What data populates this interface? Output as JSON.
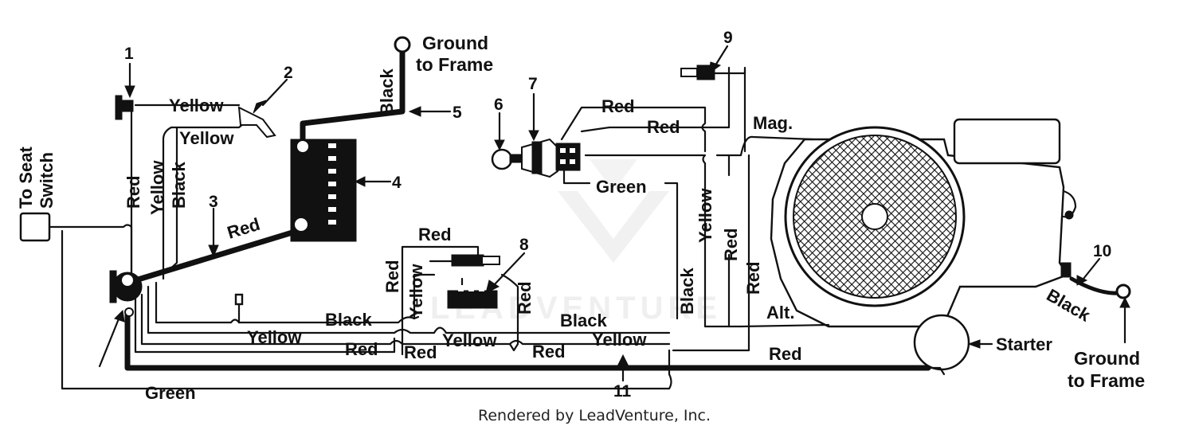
{
  "diagram": {
    "callouts": [
      "1",
      "2",
      "3",
      "4",
      "5",
      "6",
      "7",
      "8",
      "9",
      "10",
      "11"
    ],
    "wire_labels": {
      "yellow": "Yellow",
      "red": "Red",
      "black": "Black",
      "green": "Green"
    },
    "terminals": {
      "to_seat_switch": [
        "To Seat",
        "Switch"
      ],
      "ground_to_frame": [
        "Ground",
        "to Frame"
      ],
      "mag": "Mag.",
      "alt": "Alt.",
      "starter": "Starter"
    }
  },
  "footer": "Rendered by LeadVenture, Inc."
}
